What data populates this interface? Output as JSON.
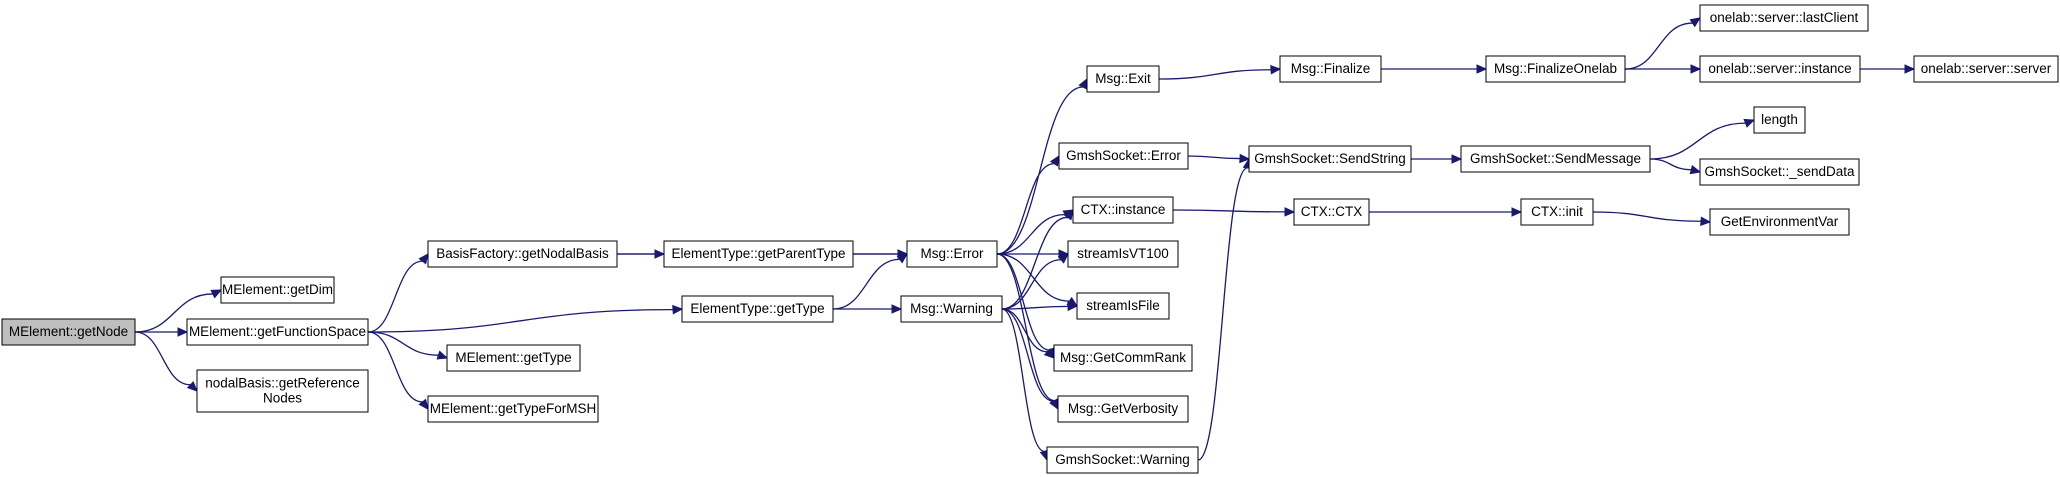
{
  "graph": {
    "edge_color": "#191970",
    "root_fill": "#bfbfbf",
    "node_fill": "#ffffff",
    "nodes": [
      {
        "id": "getNode",
        "lines": [
          "MElement::getNode"
        ],
        "root": true
      },
      {
        "id": "getDim",
        "lines": [
          "MElement::getDim"
        ]
      },
      {
        "id": "getFunctionSpace",
        "lines": [
          "MElement::getFunctionSpace"
        ]
      },
      {
        "id": "getReferenceNodes",
        "lines": [
          "nodalBasis::getReference",
          "Nodes"
        ]
      },
      {
        "id": "getNodalBasis",
        "lines": [
          "BasisFactory::getNodalBasis"
        ]
      },
      {
        "id": "MEgetType",
        "lines": [
          "MElement::getType"
        ]
      },
      {
        "id": "getTypeForMSH",
        "lines": [
          "MElement::getTypeForMSH"
        ]
      },
      {
        "id": "getParentType",
        "lines": [
          "ElementType::getParentType"
        ]
      },
      {
        "id": "ETgetType",
        "lines": [
          "ElementType::getType"
        ]
      },
      {
        "id": "MsgError",
        "lines": [
          "Msg::Error"
        ]
      },
      {
        "id": "MsgWarning",
        "lines": [
          "Msg::Warning"
        ]
      },
      {
        "id": "MsgExit",
        "lines": [
          "Msg::Exit"
        ]
      },
      {
        "id": "GSError",
        "lines": [
          "GmshSocket::Error"
        ]
      },
      {
        "id": "CTXinstance",
        "lines": [
          "CTX::instance"
        ]
      },
      {
        "id": "streamIsVT100",
        "lines": [
          "streamIsVT100"
        ]
      },
      {
        "id": "streamIsFile",
        "lines": [
          "streamIsFile"
        ]
      },
      {
        "id": "GetCommRank",
        "lines": [
          "Msg::GetCommRank"
        ]
      },
      {
        "id": "GetVerbosity",
        "lines": [
          "Msg::GetVerbosity"
        ]
      },
      {
        "id": "GSWarning",
        "lines": [
          "GmshSocket::Warning"
        ]
      },
      {
        "id": "Finalize",
        "lines": [
          "Msg::Finalize"
        ]
      },
      {
        "id": "SendString",
        "lines": [
          "GmshSocket::SendString"
        ]
      },
      {
        "id": "CTXCTX",
        "lines": [
          "CTX::CTX"
        ]
      },
      {
        "id": "FinalizeOnelab",
        "lines": [
          "Msg::FinalizeOnelab"
        ]
      },
      {
        "id": "SendMessage",
        "lines": [
          "GmshSocket::SendMessage"
        ]
      },
      {
        "id": "CTXinit",
        "lines": [
          "CTX::init"
        ]
      },
      {
        "id": "lastClient",
        "lines": [
          "onelab::server::lastClient"
        ]
      },
      {
        "id": "serverInstance",
        "lines": [
          "onelab::server::instance"
        ]
      },
      {
        "id": "length",
        "lines": [
          "length"
        ]
      },
      {
        "id": "sendData",
        "lines": [
          "GmshSocket::_sendData"
        ]
      },
      {
        "id": "GetEnvironmentVar",
        "lines": [
          "GetEnvironmentVar"
        ]
      },
      {
        "id": "serverServer",
        "lines": [
          "onelab::server::server"
        ]
      }
    ],
    "edges": [
      [
        "getNode",
        "getDim"
      ],
      [
        "getNode",
        "getFunctionSpace"
      ],
      [
        "getNode",
        "getReferenceNodes"
      ],
      [
        "getFunctionSpace",
        "getNodalBasis"
      ],
      [
        "getFunctionSpace",
        "ETgetType"
      ],
      [
        "getFunctionSpace",
        "MEgetType"
      ],
      [
        "getFunctionSpace",
        "getTypeForMSH"
      ],
      [
        "getNodalBasis",
        "getParentType"
      ],
      [
        "getNodalBasis",
        "MsgError"
      ],
      [
        "getParentType",
        "MsgError"
      ],
      [
        "ETgetType",
        "MsgError"
      ],
      [
        "ETgetType",
        "MsgWarning"
      ],
      [
        "MsgError",
        "MsgExit"
      ],
      [
        "MsgError",
        "GSError"
      ],
      [
        "MsgError",
        "CTXinstance"
      ],
      [
        "MsgError",
        "streamIsVT100"
      ],
      [
        "MsgError",
        "streamIsFile"
      ],
      [
        "MsgError",
        "GetCommRank"
      ],
      [
        "MsgError",
        "GetVerbosity"
      ],
      [
        "MsgWarning",
        "CTXinstance"
      ],
      [
        "MsgWarning",
        "streamIsVT100"
      ],
      [
        "MsgWarning",
        "streamIsFile"
      ],
      [
        "MsgWarning",
        "GetCommRank"
      ],
      [
        "MsgWarning",
        "GetVerbosity"
      ],
      [
        "MsgWarning",
        "GSWarning"
      ],
      [
        "MsgExit",
        "Finalize"
      ],
      [
        "Finalize",
        "FinalizeOnelab"
      ],
      [
        "FinalizeOnelab",
        "lastClient"
      ],
      [
        "FinalizeOnelab",
        "serverInstance"
      ],
      [
        "serverInstance",
        "serverServer"
      ],
      [
        "GSError",
        "SendString"
      ],
      [
        "GSWarning",
        "SendString"
      ],
      [
        "SendString",
        "SendMessage"
      ],
      [
        "SendMessage",
        "length"
      ],
      [
        "SendMessage",
        "sendData"
      ],
      [
        "CTXinstance",
        "CTXCTX"
      ],
      [
        "CTXCTX",
        "CTXinit"
      ],
      [
        "CTXinit",
        "GetEnvironmentVar"
      ]
    ]
  }
}
